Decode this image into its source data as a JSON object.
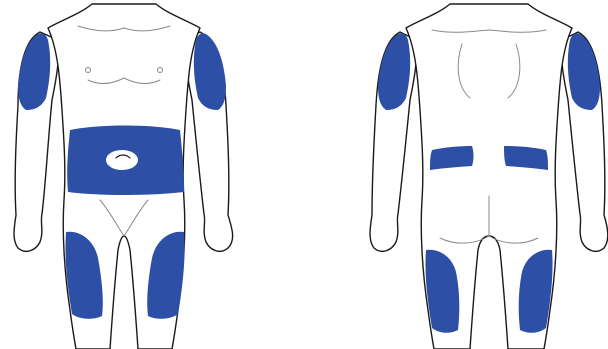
{
  "colors": {
    "injection_zone": "#2e4fa6",
    "outline": "#1a1a1a",
    "background": "#ffffff"
  },
  "figures": [
    {
      "view": "front",
      "zones": [
        "upper-arm-right",
        "upper-arm-left",
        "abdomen",
        "thigh-right",
        "thigh-left"
      ]
    },
    {
      "view": "back",
      "zones": [
        "upper-arm-left",
        "upper-arm-right",
        "lower-back-left",
        "lower-back-right",
        "thigh-left",
        "thigh-right"
      ]
    }
  ]
}
